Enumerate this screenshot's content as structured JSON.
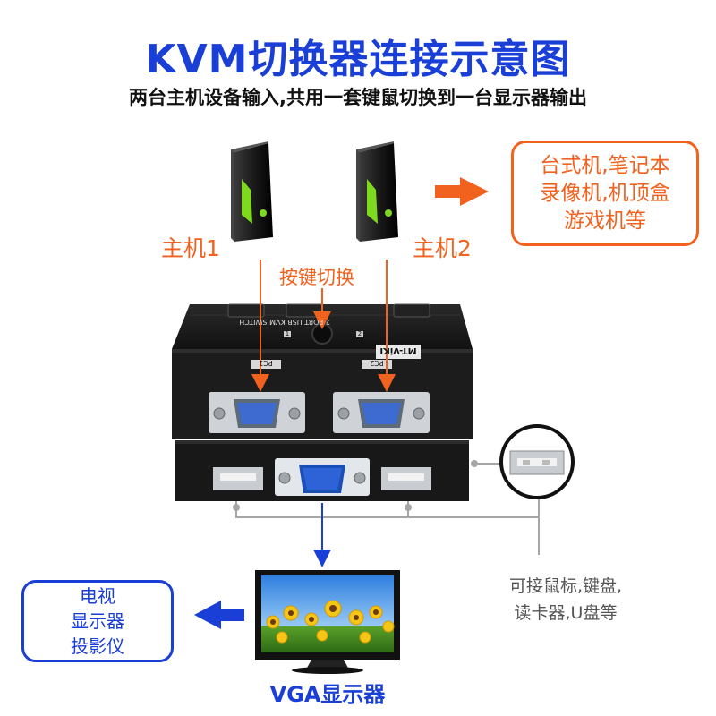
{
  "header": {
    "title": "KVM切换器连接示意图",
    "subtitle": "两台主机设备输入,共用一套键鼠切换到一台显示器输出"
  },
  "hosts": [
    {
      "label": "主机1"
    },
    {
      "label": "主机2"
    }
  ],
  "switch": {
    "button_label": "按键切换",
    "panel_text": "2 PORT USB KVM SWITCH",
    "brand_text": "MT-ViKI",
    "port_labels": [
      "PC1",
      "PC2"
    ],
    "led_labels": [
      "1",
      "2"
    ]
  },
  "devices_callout": {
    "lines": [
      "台式机,笔记本",
      "录像机,机顶盒",
      "游戏机等"
    ]
  },
  "peripherals_note": {
    "lines": [
      "可接鼠标,键盘,",
      "读卡器,U盘等"
    ]
  },
  "displays_callout": {
    "lines": [
      "电视",
      "显示器",
      "投影仪"
    ]
  },
  "monitor": {
    "label": "VGA显示器"
  },
  "colors": {
    "title_blue": "#1a3fd6",
    "accent_orange": "#f2621f",
    "guide_gray": "#a6a6a6",
    "device_black": "#1b1b1b",
    "pc_green": "#7fd91f"
  }
}
